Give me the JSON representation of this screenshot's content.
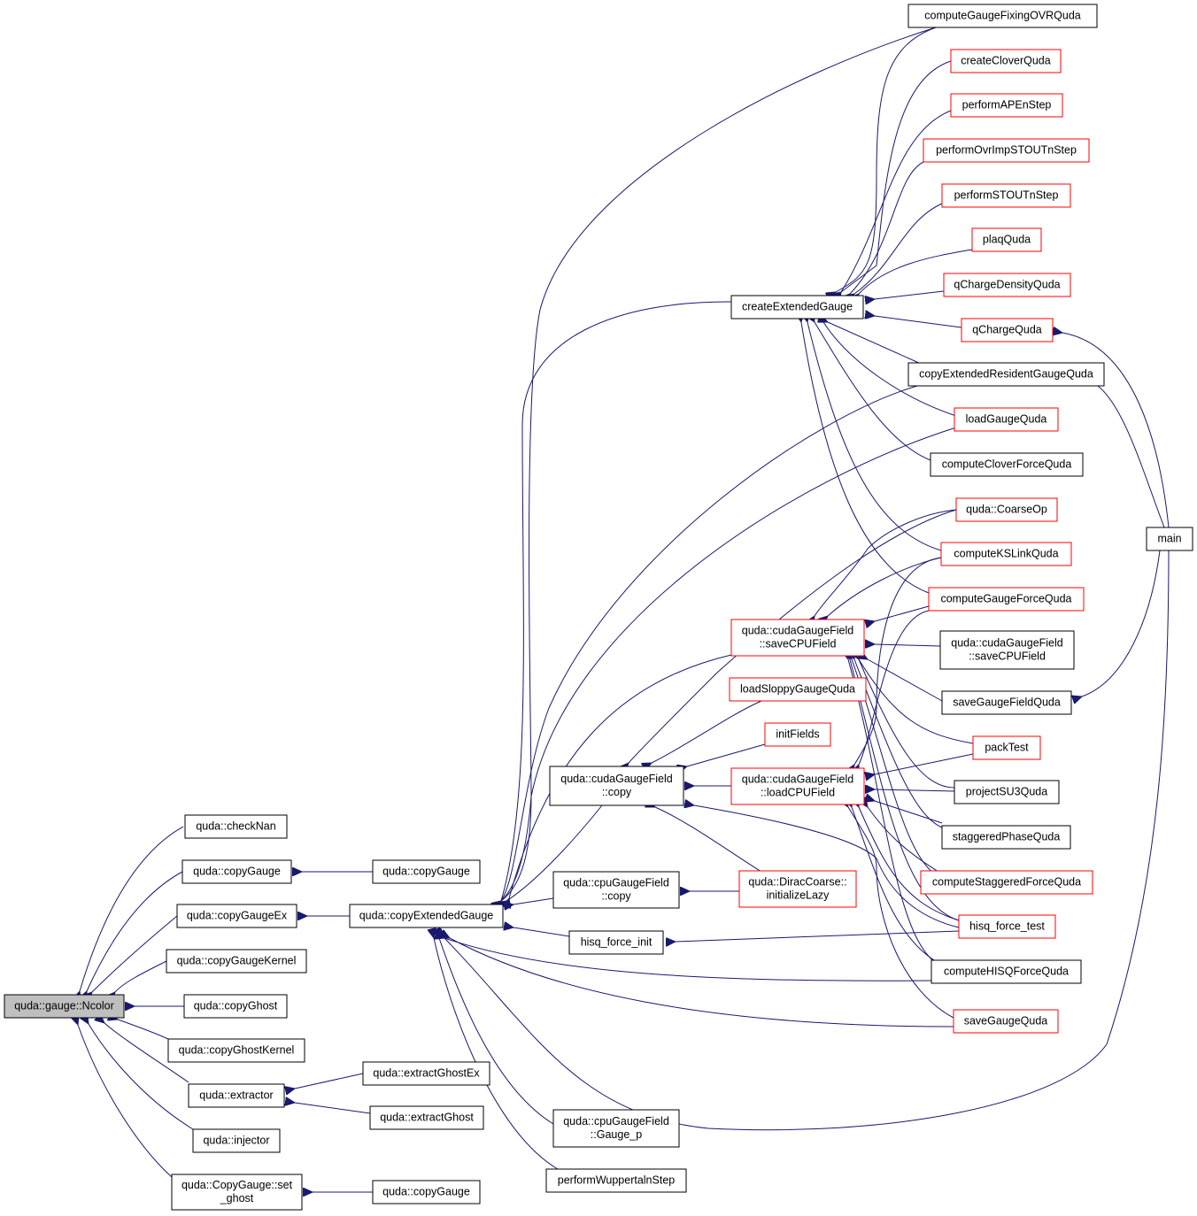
{
  "title": "quda::gauge::Ncolor",
  "colors": {
    "edge": "#191970",
    "root_fill": "#bfbfbf",
    "normal_border": "#000000",
    "truncated_border": "#ff0000",
    "node_fill": "#ffffff"
  },
  "nodes": [
    {
      "id": "ncolor",
      "lines": [
        "quda::gauge::Ncolor"
      ],
      "style": "root"
    },
    {
      "id": "checkNan",
      "lines": [
        "quda::checkNan"
      ],
      "style": "normal"
    },
    {
      "id": "copyGauge1",
      "lines": [
        "quda::copyGauge"
      ],
      "style": "normal"
    },
    {
      "id": "copyGauge2",
      "lines": [
        "quda::copyGauge"
      ],
      "style": "normal"
    },
    {
      "id": "copyGaugeEx",
      "lines": [
        "quda::copyGaugeEx"
      ],
      "style": "normal"
    },
    {
      "id": "copyExtendedGauge",
      "lines": [
        "quda::copyExtendedGauge"
      ],
      "style": "normal"
    },
    {
      "id": "copyGaugeKernel",
      "lines": [
        "quda::copyGaugeKernel"
      ],
      "style": "normal"
    },
    {
      "id": "copyGhost",
      "lines": [
        "quda::copyGhost"
      ],
      "style": "normal"
    },
    {
      "id": "copyGhostKernel",
      "lines": [
        "quda::copyGhostKernel"
      ],
      "style": "normal"
    },
    {
      "id": "extractor",
      "lines": [
        "quda::extractor"
      ],
      "style": "normal"
    },
    {
      "id": "extractGhostEx",
      "lines": [
        "quda::extractGhostEx"
      ],
      "style": "normal"
    },
    {
      "id": "extractGhost",
      "lines": [
        "quda::extractGhost"
      ],
      "style": "normal"
    },
    {
      "id": "injector",
      "lines": [
        "quda::injector"
      ],
      "style": "normal"
    },
    {
      "id": "setGhost",
      "lines": [
        "quda::CopyGauge::set",
        "_ghost"
      ],
      "style": "normal"
    },
    {
      "id": "copyGauge3",
      "lines": [
        "quda::copyGauge"
      ],
      "style": "normal"
    },
    {
      "id": "cudaCopy",
      "lines": [
        "quda::cudaGaugeField",
        "::copy"
      ],
      "style": "normal"
    },
    {
      "id": "cpuCopy",
      "lines": [
        "quda::cpuGaugeField",
        "::copy"
      ],
      "style": "normal"
    },
    {
      "id": "hisqForceInit",
      "lines": [
        "hisq_force_init"
      ],
      "style": "normal"
    },
    {
      "id": "gaugeP",
      "lines": [
        "quda::cpuGaugeField",
        "::Gauge_p"
      ],
      "style": "normal"
    },
    {
      "id": "wuppertal",
      "lines": [
        "performWuppertalnStep"
      ],
      "style": "normal"
    },
    {
      "id": "createExtendedGauge",
      "lines": [
        "createExtendedGauge"
      ],
      "style": "normal"
    },
    {
      "id": "saveCPUField",
      "lines": [
        "quda::cudaGaugeField",
        "::saveCPUField"
      ],
      "style": "truncated"
    },
    {
      "id": "loadSloppy",
      "lines": [
        "loadSloppyGaugeQuda"
      ],
      "style": "truncated"
    },
    {
      "id": "initFields",
      "lines": [
        "initFields"
      ],
      "style": "truncated"
    },
    {
      "id": "loadCPUField",
      "lines": [
        "quda::cudaGaugeField",
        "::loadCPUField"
      ],
      "style": "truncated"
    },
    {
      "id": "diracCoarse",
      "lines": [
        "quda::DiracCoarse::",
        "initializeLazy"
      ],
      "style": "truncated"
    },
    {
      "id": "fixingOVR",
      "lines": [
        "computeGaugeFixingOVRQuda"
      ],
      "style": "normal"
    },
    {
      "id": "createClover",
      "lines": [
        "createCloverQuda"
      ],
      "style": "truncated"
    },
    {
      "id": "ape",
      "lines": [
        "performAPEnStep"
      ],
      "style": "truncated"
    },
    {
      "id": "ovrImp",
      "lines": [
        "performOvrImpSTOUTnStep"
      ],
      "style": "truncated"
    },
    {
      "id": "stout",
      "lines": [
        "performSTOUTnStep"
      ],
      "style": "truncated"
    },
    {
      "id": "plaq",
      "lines": [
        "plaqQuda"
      ],
      "style": "truncated"
    },
    {
      "id": "qChargeDensity",
      "lines": [
        "qChargeDensityQuda"
      ],
      "style": "truncated"
    },
    {
      "id": "qCharge",
      "lines": [
        "qChargeQuda"
      ],
      "style": "truncated"
    },
    {
      "id": "copyExtResident",
      "lines": [
        "copyExtendedResidentGaugeQuda"
      ],
      "style": "normal"
    },
    {
      "id": "loadGauge",
      "lines": [
        "loadGaugeQuda"
      ],
      "style": "truncated"
    },
    {
      "id": "cloverForce",
      "lines": [
        "computeCloverForceQuda"
      ],
      "style": "normal"
    },
    {
      "id": "coarseOp",
      "lines": [
        "quda::CoarseOp"
      ],
      "style": "truncated"
    },
    {
      "id": "ksLink",
      "lines": [
        "computeKSLinkQuda"
      ],
      "style": "truncated"
    },
    {
      "id": "gaugeForce",
      "lines": [
        "computeGaugeForceQuda"
      ],
      "style": "truncated"
    },
    {
      "id": "saveCPUField2",
      "lines": [
        "quda::cudaGaugeField",
        "::saveCPUField"
      ],
      "style": "normal"
    },
    {
      "id": "saveGaugeField",
      "lines": [
        "saveGaugeFieldQuda"
      ],
      "style": "normal"
    },
    {
      "id": "packTest",
      "lines": [
        "packTest"
      ],
      "style": "truncated"
    },
    {
      "id": "projectSU3",
      "lines": [
        "projectSU3Quda"
      ],
      "style": "normal"
    },
    {
      "id": "staggeredPhase",
      "lines": [
        "staggeredPhaseQuda"
      ],
      "style": "normal"
    },
    {
      "id": "staggeredForce",
      "lines": [
        "computeStaggeredForceQuda"
      ],
      "style": "truncated"
    },
    {
      "id": "hisqForceTest",
      "lines": [
        "hisq_force_test"
      ],
      "style": "truncated"
    },
    {
      "id": "hisqForce",
      "lines": [
        "computeHISQForceQuda"
      ],
      "style": "normal"
    },
    {
      "id": "saveGauge",
      "lines": [
        "saveGaugeQuda"
      ],
      "style": "truncated"
    },
    {
      "id": "main",
      "lines": [
        "main"
      ],
      "style": "normal"
    }
  ]
}
